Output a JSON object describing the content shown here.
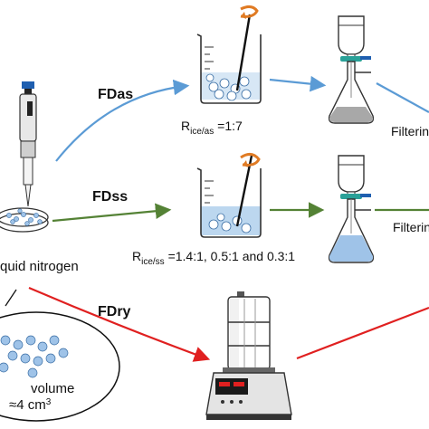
{
  "routes": {
    "fdas": {
      "label": "FDas",
      "color": "#5b9bd5",
      "ratio_prefix": "R",
      "ratio_sub": "ice/as",
      "ratio_value": " =1:7",
      "step": "Filterin"
    },
    "fdss": {
      "label": "FDss",
      "color": "#548235",
      "ratio_prefix": "R",
      "ratio_sub": "ice/ss",
      "ratio_value": " =1.4:1, 0.5:1 and 0.3:1",
      "step": "Filterin"
    },
    "fdry": {
      "label": "FDry",
      "color": "#e02020"
    }
  },
  "left": {
    "liquid_nitrogen": "quid nitrogen",
    "volume_line1": "volume",
    "volume_line2_pre": "≈4 cm",
    "volume_line2_sup": "3"
  },
  "colors": {
    "ice_bead": "#9fc3e8",
    "solution": "#bcd7ef",
    "residue": "#a8a8a8",
    "stir_arrow": "#e07b24",
    "clamp": "#2aa198"
  }
}
